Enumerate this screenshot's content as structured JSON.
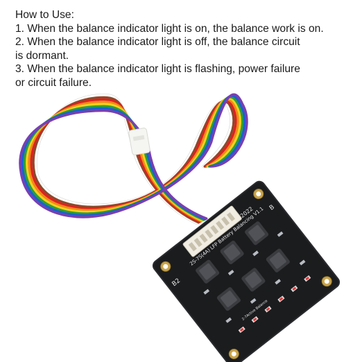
{
  "instructions": {
    "heading": "How to Use:",
    "lines": [
      "1. When the balance indicator light is on, the balance work is on.",
      "2. When the balance indicator light is off, the balance circuit",
      "is dormant.",
      "3. When the balance indicator light is flashing, power failure",
      "or circuit failure."
    ]
  },
  "board": {
    "silkscreen_title": "2S-7S(4A) LFP Battery Balancing V1.1",
    "silkscreen_subtitle": "2-7Active Balance",
    "year": "2022",
    "mark_left": "B2",
    "mark_right": "B"
  },
  "colors": {
    "pcb": "#1b1c1e",
    "connector": "#f1ede3",
    "wires": [
      "#ffffff",
      "#8b4a2b",
      "#e02020",
      "#f08a1a",
      "#f2d21a",
      "#2e9e3a",
      "#1e5fd0",
      "#7a3fb0"
    ]
  }
}
